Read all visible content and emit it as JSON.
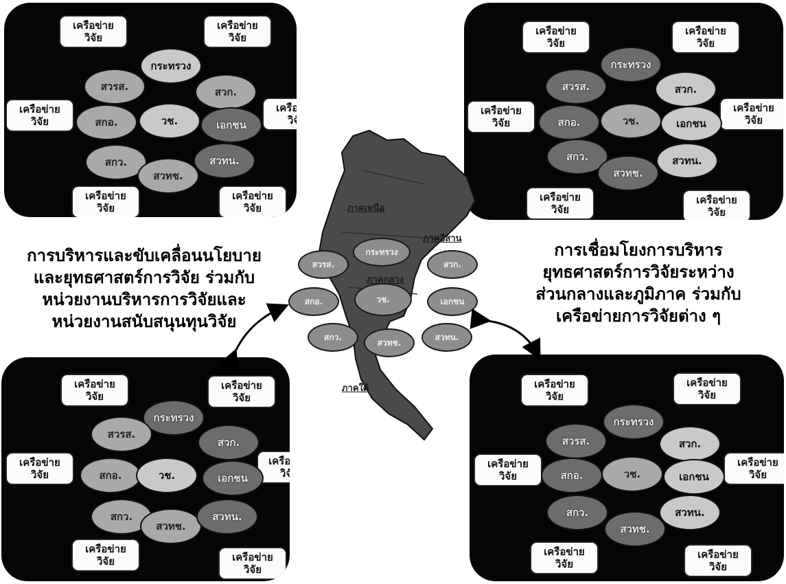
{
  "network_label": "เครือข่าย\nวิจัย",
  "agencies": {
    "ministry": "กระทรวง",
    "nrct": "วช.",
    "str": "สวรส.",
    "tgo": "สกอ.",
    "trf": "สกว.",
    "nstda": "สวทช.",
    "hrds": "สวทน.",
    "private": "เอกชน",
    "ard": "สวก."
  },
  "left_caption": [
    "การบริหารและขับเคลื่อนนโยบาย",
    "และยุทธศาสตร์การวิจัย  ร่วมกับ",
    "หน่วยงานบริหารการวิจัยและ",
    "หน่วยงานสนับสนุนทุนวิจัย"
  ],
  "right_caption": [
    "การเชื่อมโยงการบริหาร",
    "ยุทธศาสตร์การวิจัยระหว่าง",
    "ส่วนกลางและภูมิภาค ร่วมกับ",
    "เครือข่ายการวิจัยต่าง ๆ"
  ],
  "map_regions": {
    "north": "ภาคเหนือ",
    "northeast": "ภาคอีสาน",
    "central": "ภาคกลาง",
    "south": "ภาคใต้"
  },
  "colors": {
    "panel": "#050505",
    "bubble_dark": "#6c6c6c",
    "bubble_light": "#c9c9c9",
    "map": "#4a4a4a"
  }
}
